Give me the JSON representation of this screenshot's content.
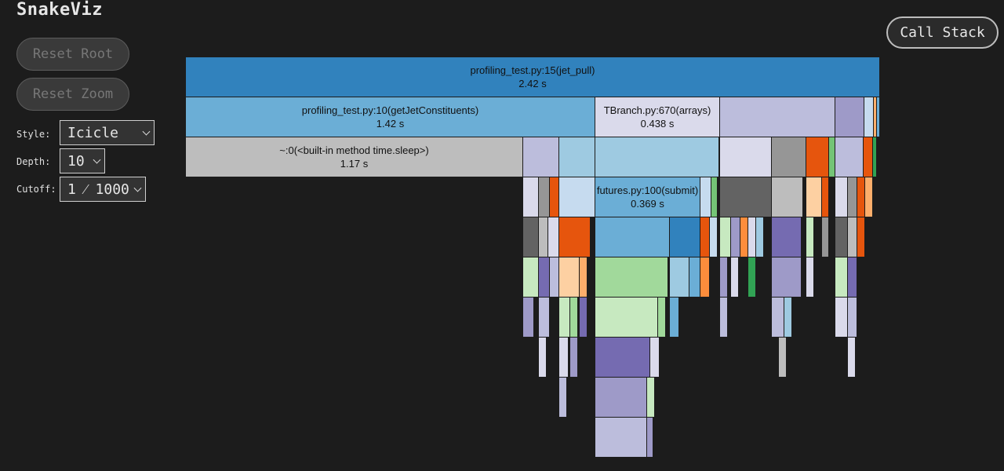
{
  "app": {
    "title": "SnakeViz"
  },
  "sidebar": {
    "reset_root": "Reset Root",
    "reset_zoom": "Reset Zoom",
    "style": {
      "label": "Style:",
      "value": "Icicle"
    },
    "depth": {
      "label": "Depth:",
      "value": "10"
    },
    "cutoff": {
      "label": "Cutoff:",
      "value": "1 ⁄ 1000"
    }
  },
  "header": {
    "call_stack": "Call Stack"
  },
  "icicle": {
    "blocks": [
      {
        "name": "jet-pull",
        "label": "profiling_test.py:15(jet_pull)",
        "time": "2.42 s",
        "color": "#3182bd"
      },
      {
        "name": "get-jet-constituents",
        "label": "profiling_test.py:10(getJetConstituents)",
        "time": "1.42 s",
        "color": "#6baed6"
      },
      {
        "name": "tbranch-arrays",
        "label": "TBranch.py:670(arrays)",
        "time": "0.438 s",
        "color": "#dadaeb"
      },
      {
        "name": "time-sleep",
        "label": "~:0(<built-in method time.sleep>)",
        "time": "1.17 s",
        "color": "#bdbdbd"
      },
      {
        "name": "futures-submit",
        "label": "futures.py:100(submit)",
        "time": "0.369 s",
        "color": "#6baed6"
      }
    ]
  }
}
